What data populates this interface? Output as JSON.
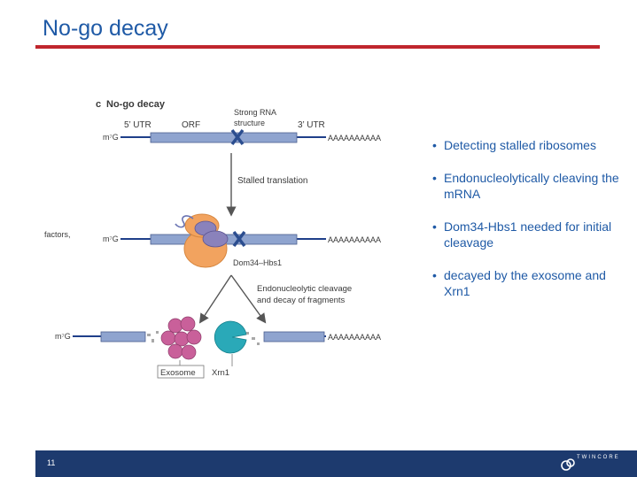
{
  "slide": {
    "title": "No-go decay",
    "page_number": "11"
  },
  "figure": {
    "panel_letter": "c",
    "panel_title": "No-go decay",
    "utr5": "5’ UTR",
    "orf": "ORF",
    "utr3": "3’ UTR",
    "strong_rna_line1": "Strong RNA",
    "strong_rna_line2": "structure",
    "cap": "m⁷G",
    "polya": "AAAAAAAAAA",
    "stalled_translation": "Stalled translation",
    "factors": "factors,",
    "dom34": "Dom34–Hbs1",
    "endo_line1": "Endonucleolytic cleavage",
    "endo_line2": "and decay of fragments",
    "exosome": "Exosome",
    "xrn1": "Xrn1"
  },
  "bullets": [
    "Detecting stalled ribosomes",
    "Endonucleolytically cleaving the mRNA",
    "Dom34-Hbs1 needed for initial cleavage",
    "decayed by the exosome and Xrn1"
  ],
  "logo": {
    "text": "TWINCORE"
  },
  "colors": {
    "title": "#1f5aa6",
    "rule": "#c0262d",
    "footer": "#1d3a6e",
    "mrna": "#8fa4cf",
    "ribosome": "#f2a35f",
    "exosome": "#c9609a",
    "xrn1": "#2aa9b8"
  }
}
